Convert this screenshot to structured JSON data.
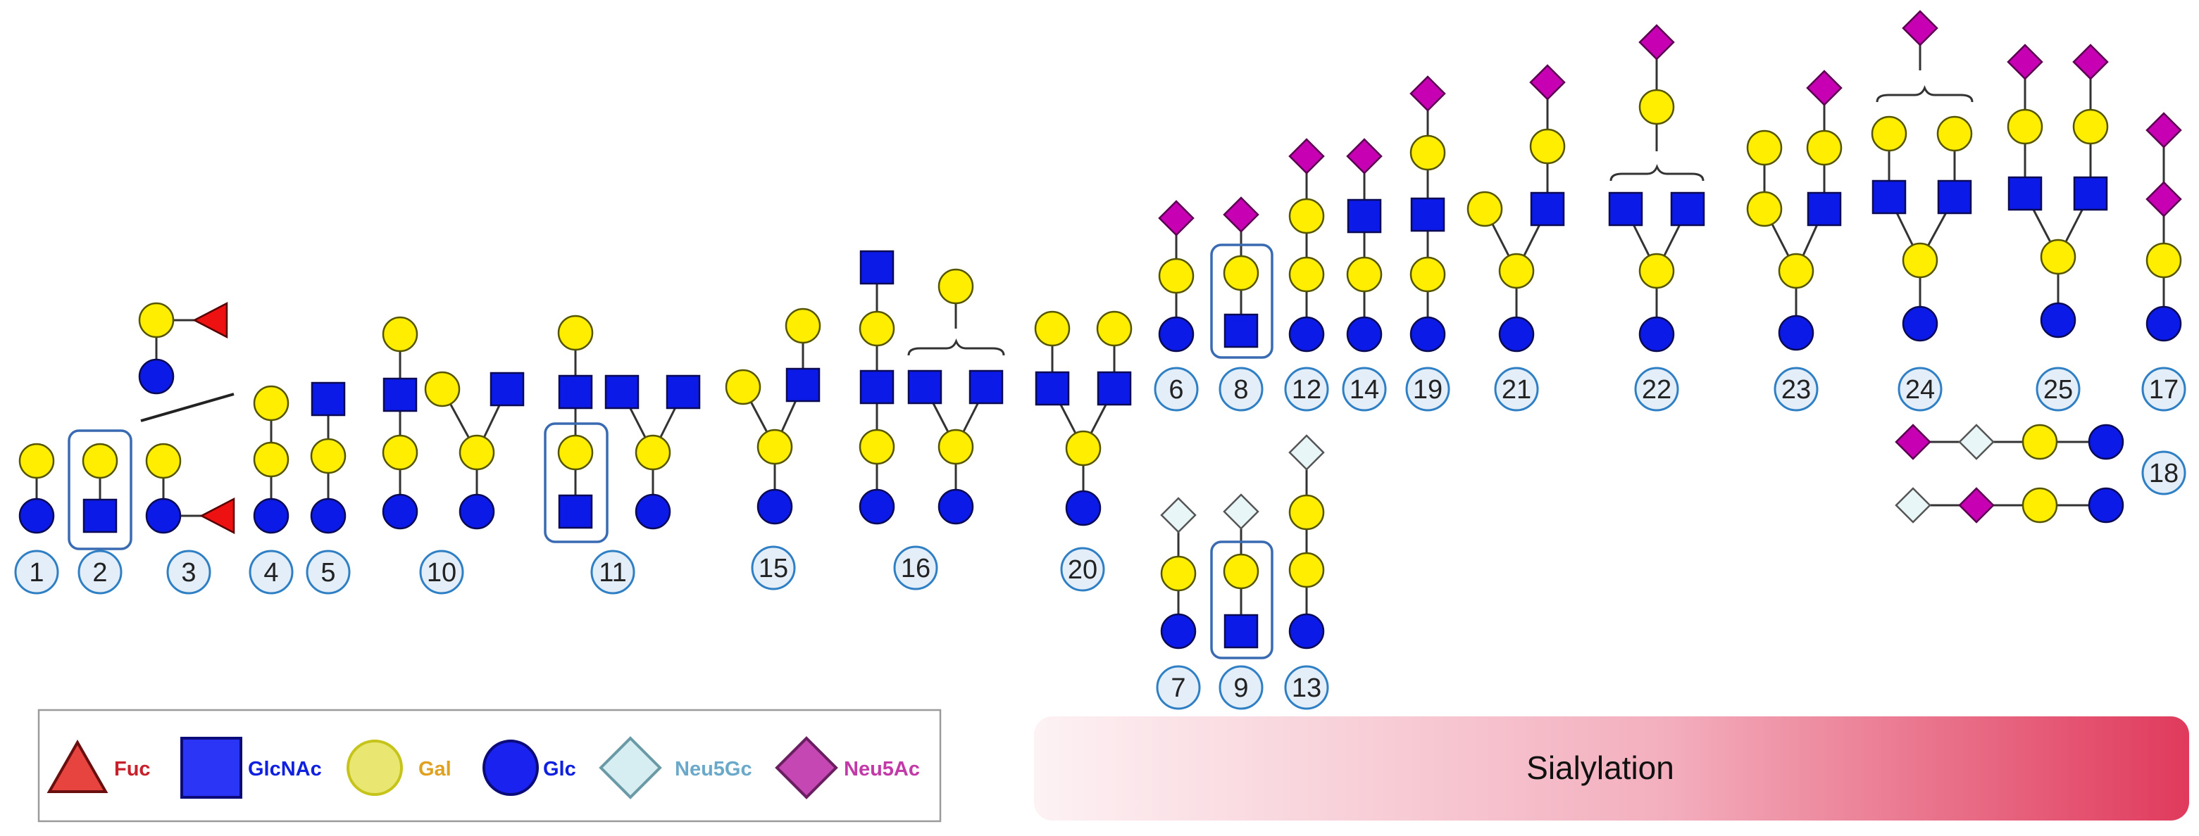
{
  "colors": {
    "glc": "#0b1ae6",
    "gal": "#ffee00",
    "glcnac": "#0b1ae6",
    "fuc": "#ee1111",
    "neu5ac": "#c800b4",
    "neu5gc": "#e8f6f7",
    "label_fill": "#e4eef9",
    "label_stroke": "#2f7fc4",
    "bracket": "#3a6bb2",
    "band_light": "#fdf2f4",
    "band_dark": "#e03a5c"
  },
  "legend": {
    "items": [
      {
        "label": "Fuc",
        "shape": "triangle",
        "icon": "fucose-icon",
        "color": "#c8202a"
      },
      {
        "label": "GlcNAc",
        "shape": "square",
        "icon": "glcnac-icon",
        "color": "#1020e0"
      },
      {
        "label": "Gal",
        "shape": "circle",
        "icon": "galactose-icon",
        "color": "#e0a020"
      },
      {
        "label": "Glc",
        "shape": "circle",
        "icon": "glucose-icon",
        "color": "#1020e0"
      },
      {
        "label": "Neu5Gc",
        "shape": "diamond",
        "icon": "neu5gc-icon",
        "color": "#6aa9c9"
      },
      {
        "label": "Neu5Ac",
        "shape": "diamond",
        "icon": "neu5ac-icon",
        "color": "#c23aa8"
      }
    ]
  },
  "band": {
    "label": "Sialylation"
  },
  "structures": [
    {
      "id": "1"
    },
    {
      "id": "2"
    },
    {
      "id": "3"
    },
    {
      "id": "4"
    },
    {
      "id": "5"
    },
    {
      "id": "6"
    },
    {
      "id": "7"
    },
    {
      "id": "8"
    },
    {
      "id": "9"
    },
    {
      "id": "10"
    },
    {
      "id": "11"
    },
    {
      "id": "12"
    },
    {
      "id": "13"
    },
    {
      "id": "14"
    },
    {
      "id": "15"
    },
    {
      "id": "16"
    },
    {
      "id": "17"
    },
    {
      "id": "18"
    },
    {
      "id": "19"
    },
    {
      "id": "20"
    },
    {
      "id": "21"
    },
    {
      "id": "22"
    },
    {
      "id": "23"
    },
    {
      "id": "24"
    },
    {
      "id": "25"
    }
  ]
}
